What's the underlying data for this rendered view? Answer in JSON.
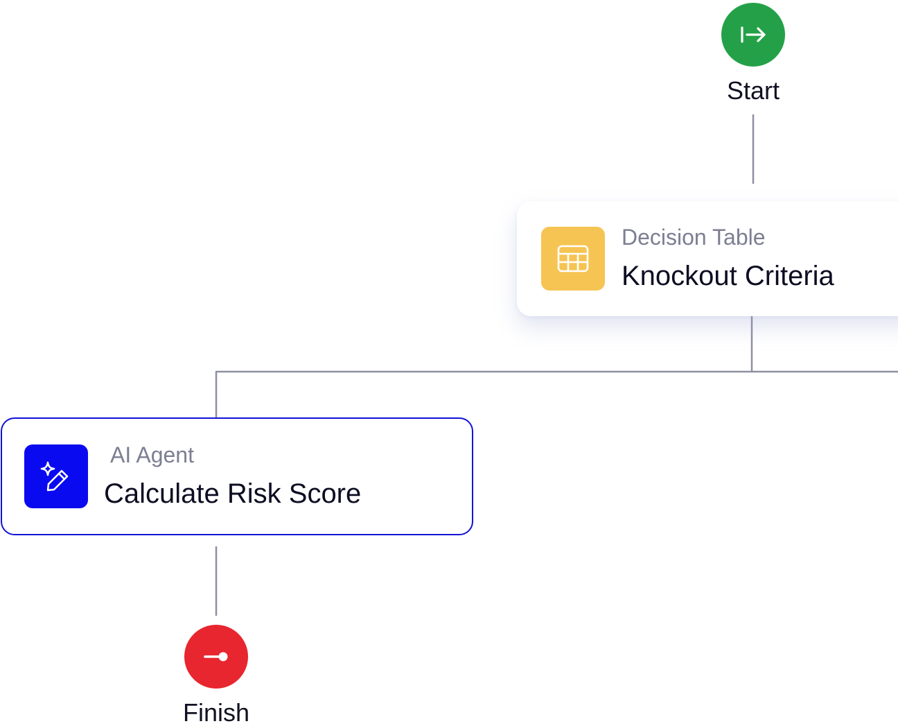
{
  "start": {
    "label": "Start",
    "color": "#24a148",
    "icon": "arrow-right-from-bar-icon"
  },
  "decision": {
    "type_label": "Decision Table",
    "title": "Knockout Criteria",
    "icon": "table-icon",
    "icon_color": "#f6c453"
  },
  "agent": {
    "type_label": "AI Agent",
    "title": "Calculate Risk Score",
    "icon": "sparkle-pencil-icon",
    "icon_color": "#0a0af0",
    "border_color": "#1212d6"
  },
  "finish": {
    "label": "Finish",
    "color": "#e8262f",
    "icon": "finish-pin-icon"
  }
}
